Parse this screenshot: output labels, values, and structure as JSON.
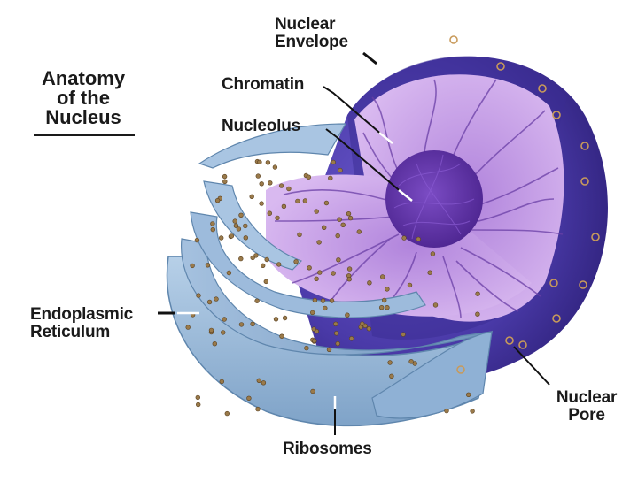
{
  "title": {
    "line1": "Anatomy",
    "line2": "of the",
    "line3": "Nucleus"
  },
  "labels": {
    "nuclear_envelope": [
      "Nuclear",
      "Envelope"
    ],
    "chromatin": "Chromatin",
    "nucleolus": "Nucleolus",
    "endoplasmic_reticulum": [
      "Endoplasmic",
      "Reticulum"
    ],
    "ribosomes": "Ribosomes",
    "nuclear_pore": [
      "Nuclear",
      "Pore"
    ]
  },
  "colors": {
    "envelope": "#4a3aa8",
    "envelope_dark": "#2e1f7c",
    "interior": "#c39be3",
    "chromatin": "#6a3fa6",
    "nucleolus": "#5a2fa0",
    "er": "#8fb3d6",
    "er_dark": "#5f86ad",
    "ribosome": "#9a7a4a"
  }
}
